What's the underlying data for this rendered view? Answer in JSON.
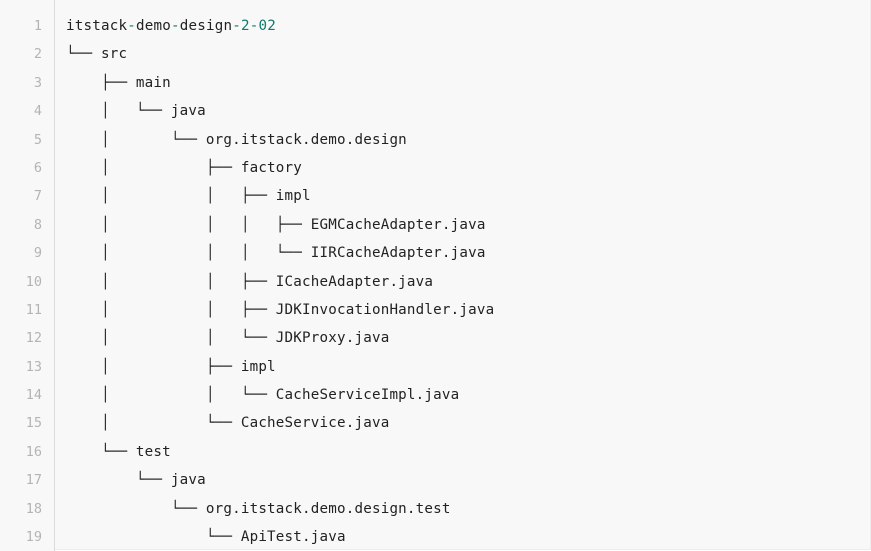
{
  "code_block": {
    "language": "plaintext",
    "background_color": "#f8f8f8",
    "gutter_color": "#b4b4b4",
    "text_color": "#222222",
    "accent_color": "#0f7b6c",
    "divider_color": "#dcdcdc",
    "first_line_number": 1,
    "total_lines": 19,
    "tree_glyphs": {
      "branch": "├──",
      "last_branch": "└──",
      "vertical": "│",
      "vertical_ascii": "|"
    },
    "line_numbers": [
      "1",
      "2",
      "3",
      "4",
      "5",
      "6",
      "7",
      "8",
      "9",
      "10",
      "11",
      "12",
      "13",
      "14",
      "15",
      "16",
      "17",
      "18",
      "19"
    ],
    "lines": [
      {
        "n": "1",
        "text": "itstack-demo-design-2-02",
        "name": "project-root"
      },
      {
        "n": "2",
        "text": "└── src",
        "name": "dir-src"
      },
      {
        "n": "3",
        "text": "    ├── main",
        "name": "dir-main"
      },
      {
        "n": "4",
        "text": "    │   └── java",
        "name": "dir-java"
      },
      {
        "n": "5",
        "text": "    │       └── org.itstack.demo.design",
        "name": "package-org-itstack-demo-design"
      },
      {
        "n": "6",
        "text": "    │           ├── factory",
        "name": "dir-factory"
      },
      {
        "n": "7",
        "text": "    │           │   ├── impl",
        "name": "dir-factory-impl"
      },
      {
        "n": "8",
        "text": "    │           │   │   ├── EGMCacheAdapter.java",
        "name": "file-egmcacheadapter-java"
      },
      {
        "n": "9",
        "text": "    │           │   │   └── IIRCacheAdapter.java",
        "name": "file-iircacheadapter-java"
      },
      {
        "n": "10",
        "text": "    │           │   ├── ICacheAdapter.java",
        "name": "file-icacheadapter-java"
      },
      {
        "n": "11",
        "text": "    │           │   ├── JDKInvocationHandler.java",
        "name": "file-jdkinvocationhandler-java"
      },
      {
        "n": "12",
        "text": "    │           │   └── JDKProxy.java",
        "name": "file-jdkproxy-java"
      },
      {
        "n": "13",
        "text": "    │           ├── impl",
        "name": "dir-impl"
      },
      {
        "n": "14",
        "text": "    │           │   └── CacheServiceImpl.java",
        "name": "file-cacheserviceimpl-java"
      },
      {
        "n": "15",
        "text": "    │           └── CacheService.java",
        "name": "file-cacheservice-java"
      },
      {
        "n": "16",
        "text": "    └── test",
        "name": "dir-test"
      },
      {
        "n": "17",
        "text": "        └── java",
        "name": "dir-test-java"
      },
      {
        "n": "18",
        "text": "            └── org.itstack.demo.design.test",
        "name": "package-org-itstack-demo-design-test"
      },
      {
        "n": "19",
        "text": "                └── ApiTest.java",
        "name": "file-apitest-java"
      }
    ]
  }
}
